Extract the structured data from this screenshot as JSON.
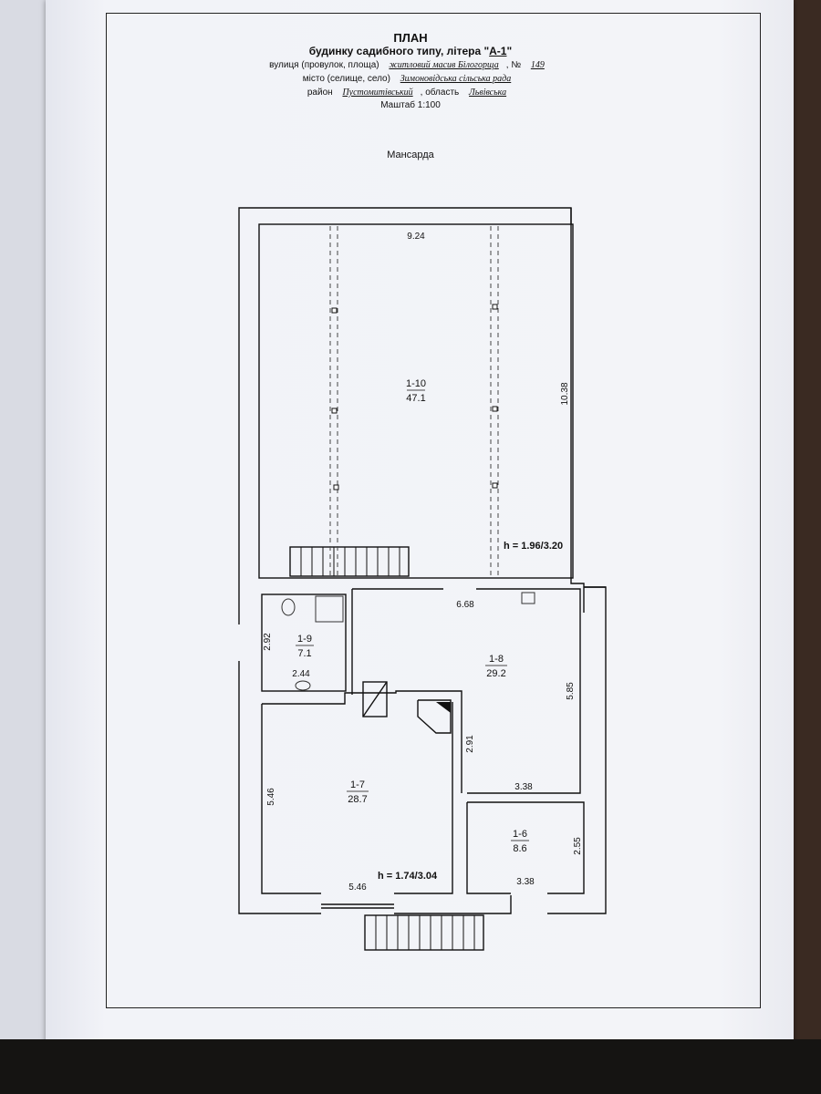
{
  "header": {
    "title": "ПЛАН",
    "subtitle_prefix": "будинку садибного типу, літера \"",
    "litera": "А-1",
    "subtitle_suffix": "\"",
    "street_label": "вулиця (провулок, площа)",
    "street_value": "житловий масив Білогорща",
    "number_label": ", № ",
    "number_value": "149",
    "city_label": "місто (селище, село)",
    "city_value": "Зимоновідська сільська рада",
    "district_label": "район",
    "district_value": "Пустомитівський",
    "region_label": ", область",
    "region_value": "Львівська",
    "scale": "Маштаб 1:100"
  },
  "floor_name": "Мансарда",
  "rooms": [
    {
      "id": "1-10",
      "area": "47.1"
    },
    {
      "id": "1-9",
      "area": "7.1"
    },
    {
      "id": "1-8",
      "area": "29.2"
    },
    {
      "id": "1-7",
      "area": "28.7"
    },
    {
      "id": "1-6",
      "area": "8.6"
    }
  ],
  "dimensions": {
    "d1": "9.24",
    "d2": "10.38",
    "d3": "6.68",
    "d4": "2.92",
    "d5": "2.44",
    "d6": "5.85",
    "d7": "2.91",
    "d8": "3.38",
    "d9": "5.46",
    "d10": "2.55",
    "d11": "5.46",
    "d12": "3.38"
  },
  "heights": {
    "upper": "h = 1.96/3.20",
    "lower": "h = 1.74/3.04"
  }
}
